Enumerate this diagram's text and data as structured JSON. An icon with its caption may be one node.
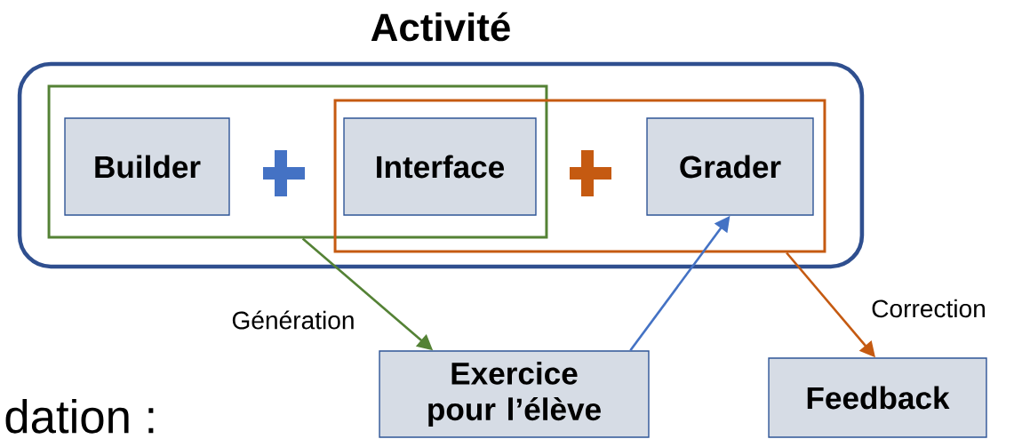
{
  "diagram": {
    "nodes": [
      {
        "text": [
          "Activité"
        ]
      },
      {
        "text": [],
        "shape": "box",
        "in": 0
      },
      {
        "text": [],
        "shape": "box",
        "in": 0
      },
      {
        "text": [
          "Builder"
        ],
        "in": 1
      },
      {
        "text": [
          "Interface"
        ]
      },
      {
        "text": [
          "Grader"
        ],
        "in": 2
      },
      {
        "text": [
          "Exercice pour l’élève"
        ]
      },
      {
        "text": [
          "Feedback"
        ]
      }
    ],
    "edges": [
      {
        "from": 1,
        "to": 6,
        "arrow": "to",
        "label": "Génération",
        "color": "#548235"
      },
      {
        "from": 6,
        "to": 5,
        "arrow": "to",
        "color": "#4472c4"
      },
      {
        "from": 2,
        "to": 7,
        "arrow": "to",
        "label": "Correction",
        "color": "#c55a11"
      }
    ],
    "labels": [
      "dation :"
    ]
  }
}
